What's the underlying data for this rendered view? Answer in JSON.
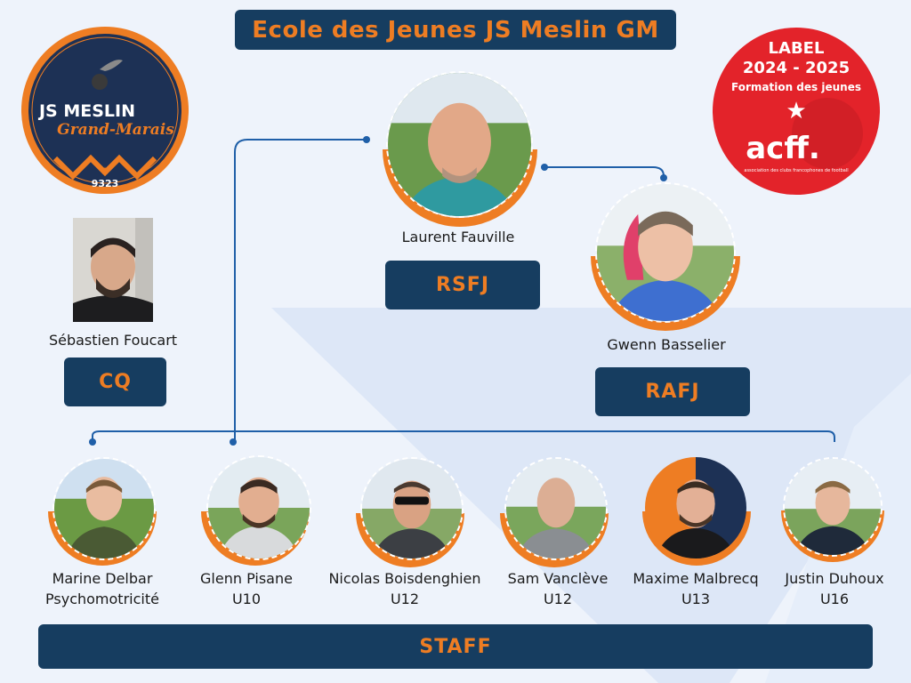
{
  "title": "Ecole des Jeunes JS Meslin GM",
  "club_logo": {
    "name_line1": "JS MESLIN",
    "name_line2": "Grand-Marais",
    "number": "9323"
  },
  "label_badge": {
    "line1": "LABEL",
    "line2": "2024 - 2025",
    "line3": "Formation des jeunes",
    "brand": "acff.",
    "tagline": "association des clubs francophones de football"
  },
  "colors": {
    "navy": "#163d60",
    "orange": "#ee7d23",
    "background": "#eef3fb",
    "red": "#e3232a",
    "connector": "#1f5fa8"
  },
  "people": {
    "cq": {
      "name": "Sébastien Foucart",
      "role": "CQ"
    },
    "rsfj": {
      "name": "Laurent Fauville",
      "role": "RSFJ"
    },
    "rafj": {
      "name": "Gwenn Basselier",
      "role": "RAFJ"
    },
    "staff": [
      {
        "name": "Marine Delbar",
        "role": "Psychomotricité"
      },
      {
        "name": "Glenn Pisane",
        "role": "U10"
      },
      {
        "name": "Nicolas Boisdenghien",
        "role": "U12"
      },
      {
        "name": "Sam Vanclève",
        "role": "U12"
      },
      {
        "name": "Maxime Malbrecq",
        "role": "U13"
      },
      {
        "name": "Justin Duhoux",
        "role": "U16"
      }
    ]
  },
  "staff_label": "STAFF"
}
